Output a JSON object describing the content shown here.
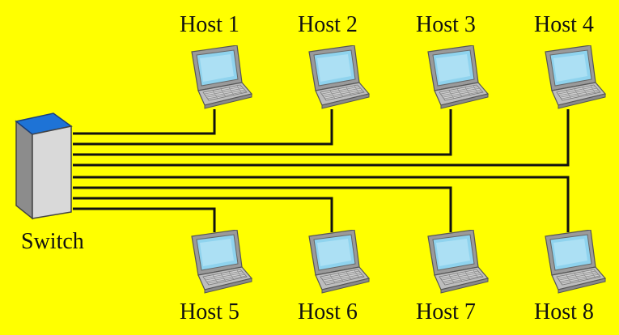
{
  "switch": {
    "label": "Switch"
  },
  "hosts": [
    {
      "label": "Host 1"
    },
    {
      "label": "Host 2"
    },
    {
      "label": "Host 3"
    },
    {
      "label": "Host 4"
    },
    {
      "label": "Host 5"
    },
    {
      "label": "Host 6"
    },
    {
      "label": "Host 7"
    },
    {
      "label": "Host 8"
    }
  ],
  "colors": {
    "background": "#ffff00",
    "cable": "#111111",
    "switch_top": "#1e73d6",
    "switch_body": "#d9d9d9"
  },
  "icons": {
    "host": "laptop-icon",
    "switch": "switch-icon"
  }
}
